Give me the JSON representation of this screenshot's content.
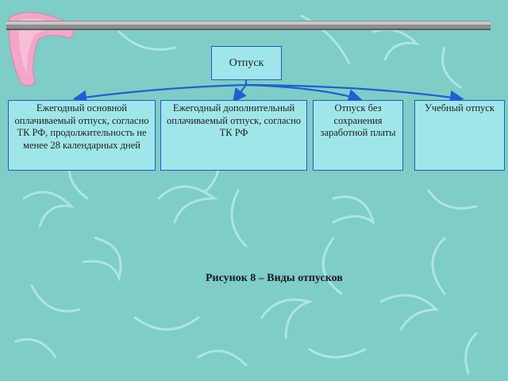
{
  "diagram": {
    "root": "Отпуск",
    "children": [
      "Ежегодный основной оплачиваемый отпуск, согласно ТК РФ, продолжительность не менее 28 календарных дней",
      "Ежегодный дополнительный оплачиваемый отпуск, согласно ТК РФ",
      "Отпуск без сохранения заработной платы",
      "Учебный отпуск"
    ],
    "caption": "Рисунок 8 – Виды отпусков"
  },
  "colors": {
    "background": "#7ecdc6",
    "box_fill": "#9fe6ea",
    "box_border": "#2b56c7",
    "arrow": "#1f5fd6"
  }
}
